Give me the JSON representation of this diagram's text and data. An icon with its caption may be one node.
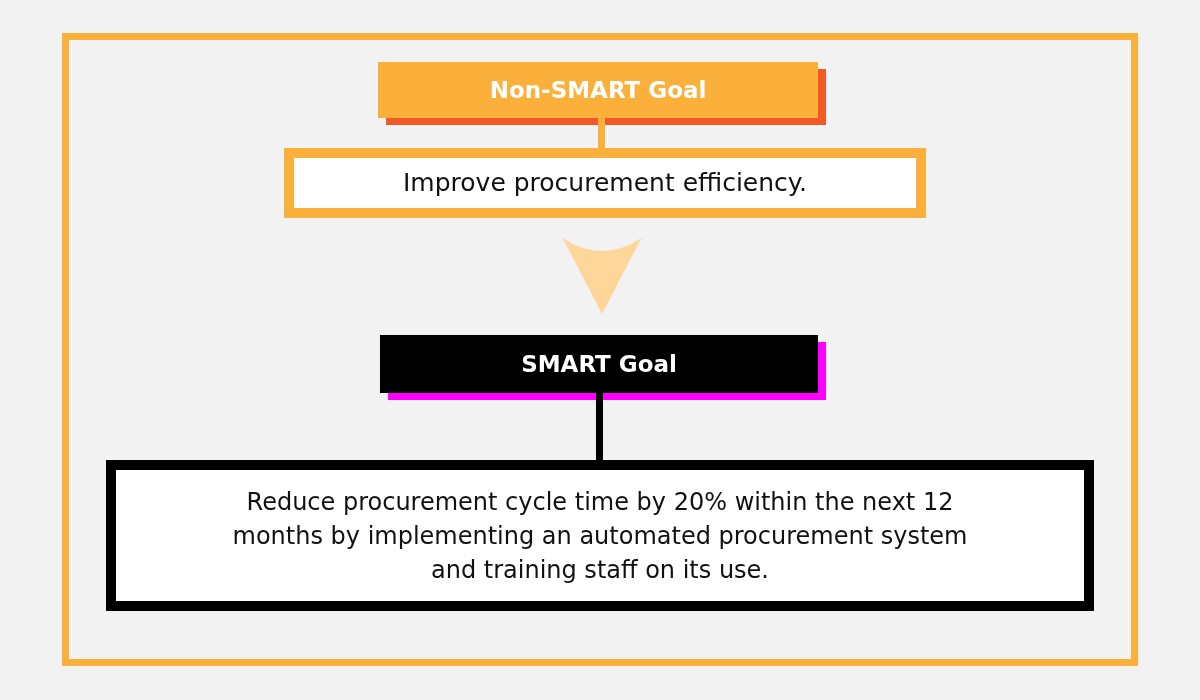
{
  "diagram": {
    "nodes": [
      {
        "text": [
          "Non-SMART Goal"
        ]
      },
      {
        "text": [
          "Improve procurement efficiency."
        ]
      },
      {
        "text": [
          "SMART Goal"
        ]
      },
      {
        "text": [
          "Reduce procurement cycle time by 20% within the next 12 months by implementing an automated procurement system and training staff on its use."
        ]
      }
    ],
    "edges": [
      {
        "from": 0,
        "to": 1,
        "arrow": "none",
        "color": "#fbb03b"
      },
      {
        "from": 1,
        "to": 2,
        "arrow": "to",
        "color": "#ffd699"
      },
      {
        "from": 2,
        "to": 3,
        "arrow": "none",
        "color": "#000000"
      }
    ]
  }
}
